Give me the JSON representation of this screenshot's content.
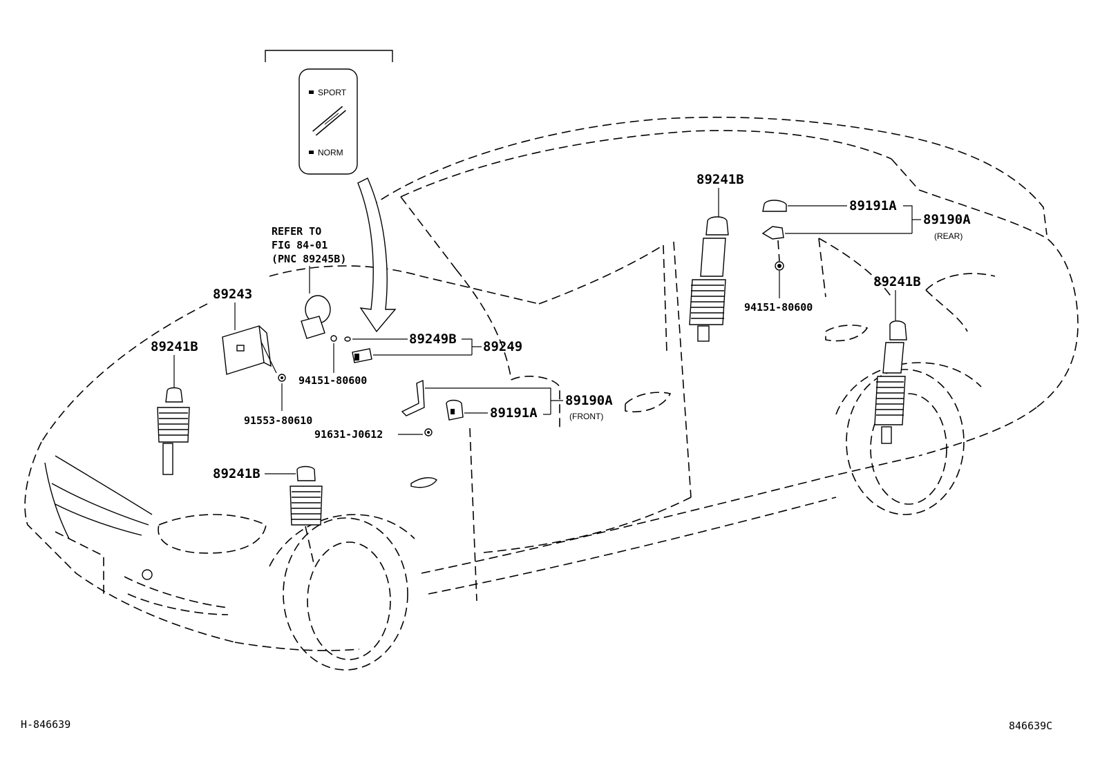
{
  "diagram": {
    "switch_panel": {
      "sport_label": "SPORT",
      "norm_label": "NORM"
    },
    "refer_note": {
      "line1": "REFER TO",
      "line2": "FIG 84-01",
      "line3": "(PNC 89245B)"
    },
    "labels": {
      "p89243": "89243",
      "p89249B": "89249B",
      "p89249": "89249",
      "p94151_front": "94151-80600",
      "p91553": "91553-80610",
      "p91631": "91631-J0612",
      "p89190A_front": "89190A",
      "front_note": "(FRONT)",
      "p89191A_front": "89191A",
      "p89241B_front_left": "89241B",
      "p89241B_front_right": "89241B",
      "p89241B_rear_left": "89241B",
      "p89241B_rear_right": "89241B",
      "p89191A_rear": "89191A",
      "p89190A_rear": "89190A",
      "rear_note": "(REAR)",
      "p94151_rear": "94151-80600"
    },
    "footer": {
      "left_code": "H-846639",
      "right_code": "846639C"
    }
  }
}
